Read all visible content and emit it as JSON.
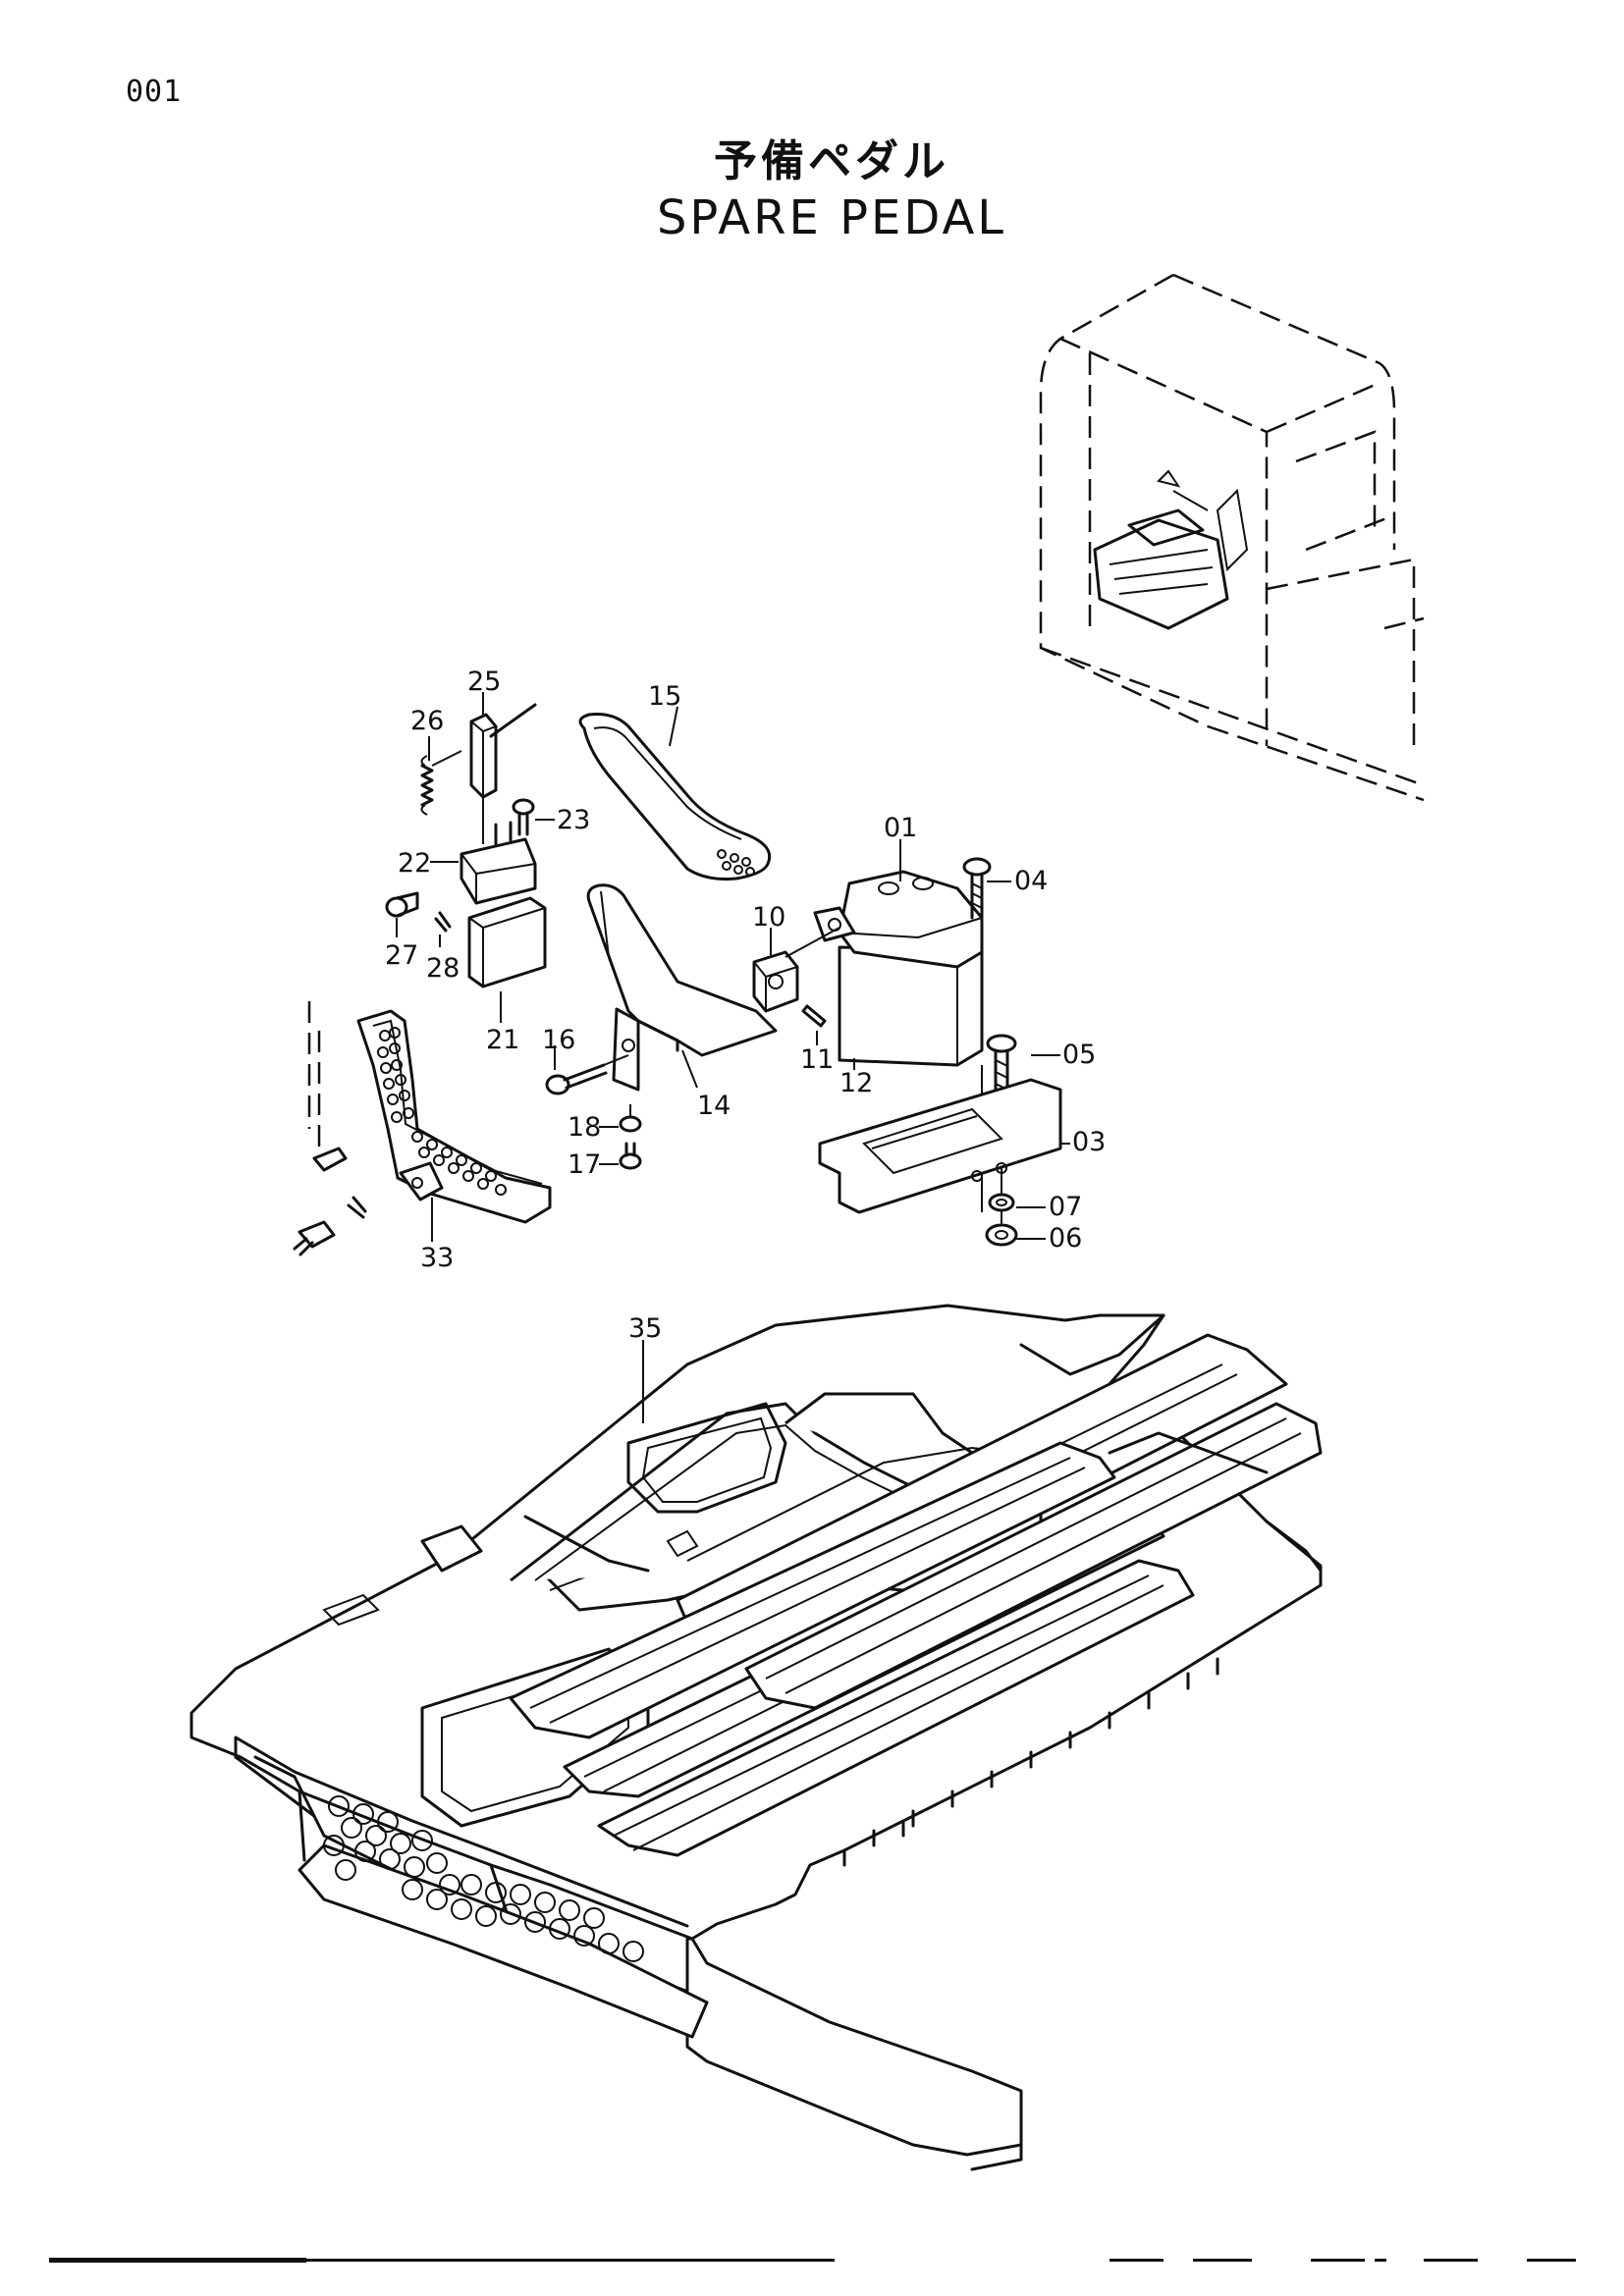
{
  "page_number": "001",
  "title": {
    "japanese": "予備ペダル",
    "english": "SPARE PEDAL"
  },
  "part_callouts": [
    "01",
    "03",
    "04",
    "05",
    "06",
    "07",
    "10",
    "11",
    "12",
    "14",
    "15",
    "16",
    "17",
    "18",
    "21",
    "22",
    "23",
    "25",
    "26",
    "27",
    "28",
    "33",
    "35"
  ]
}
